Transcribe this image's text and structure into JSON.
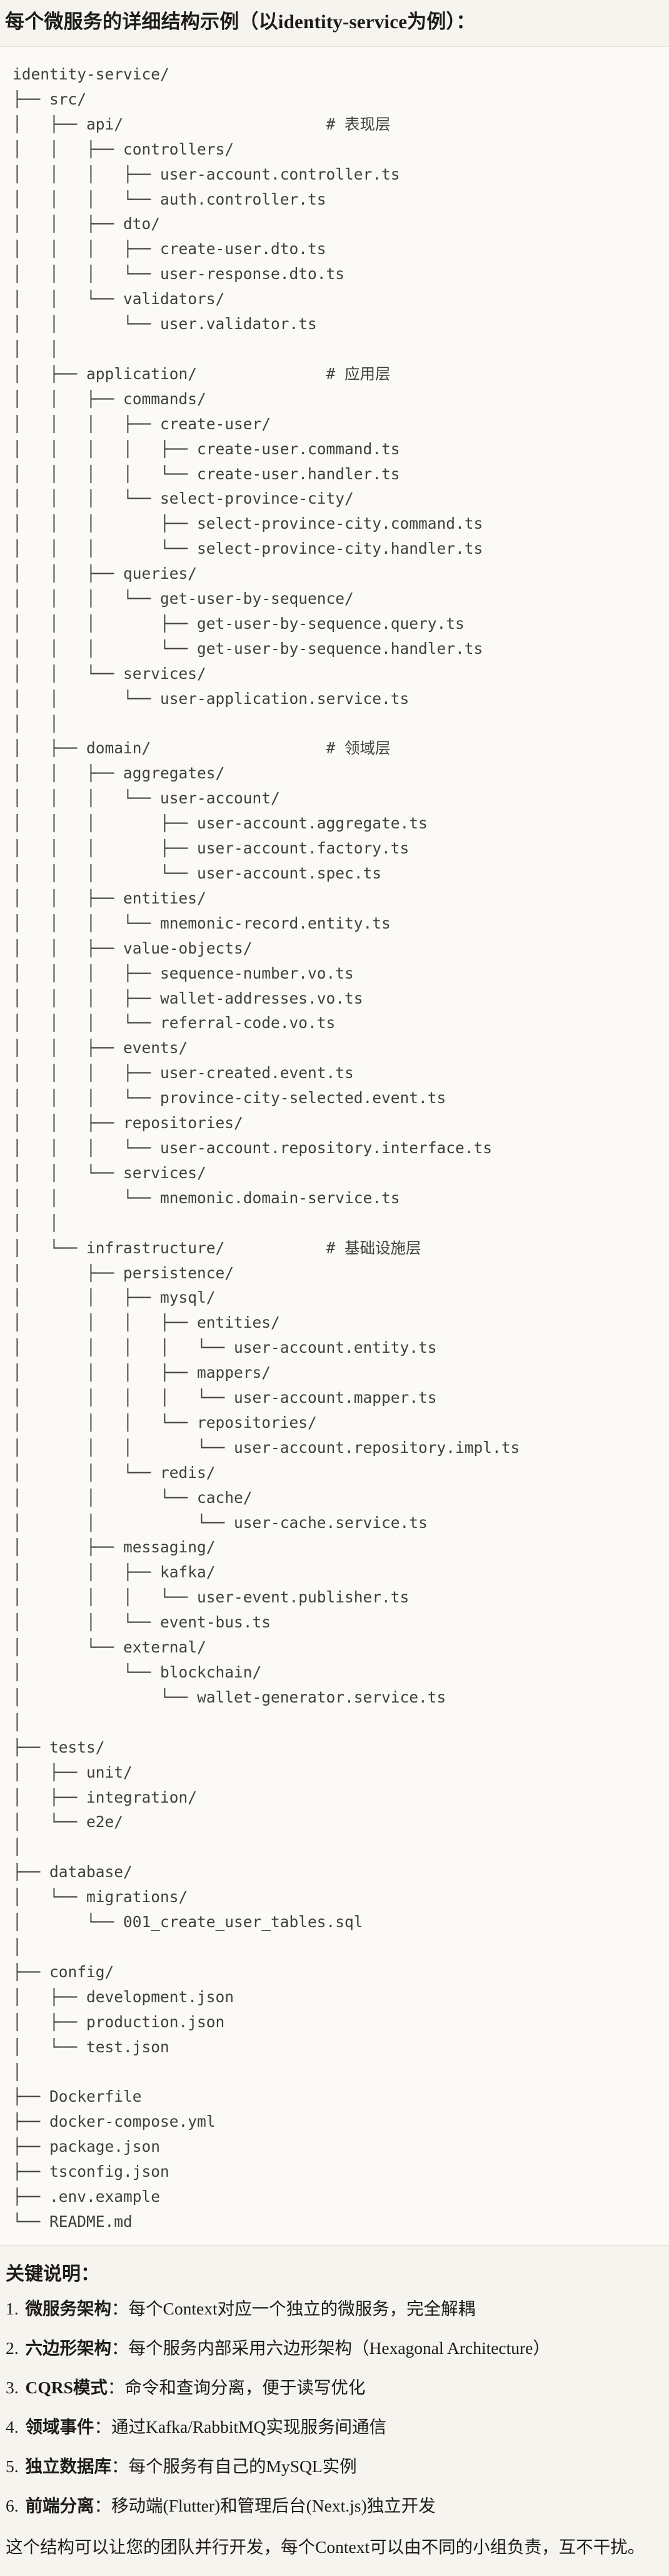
{
  "page": {
    "title": "每个微服务的详细结构示例（以identity-service为例）：",
    "colors": {
      "page_bg": "#f6f4ef",
      "code_bg": "#fbfaf7",
      "border": "#e5e3dc",
      "code_text": "#403f3b",
      "text": "#1c1b17"
    }
  },
  "tree": {
    "lines": [
      "identity-service/",
      "├── src/",
      "│   ├── api/                      # 表现层",
      "│   │   ├── controllers/",
      "│   │   │   ├── user-account.controller.ts",
      "│   │   │   └── auth.controller.ts",
      "│   │   ├── dto/",
      "│   │   │   ├── create-user.dto.ts",
      "│   │   │   └── user-response.dto.ts",
      "│   │   └── validators/",
      "│   │       └── user.validator.ts",
      "│   │",
      "│   ├── application/              # 应用层",
      "│   │   ├── commands/",
      "│   │   │   ├── create-user/",
      "│   │   │   │   ├── create-user.command.ts",
      "│   │   │   │   └── create-user.handler.ts",
      "│   │   │   └── select-province-city/",
      "│   │   │       ├── select-province-city.command.ts",
      "│   │   │       └── select-province-city.handler.ts",
      "│   │   ├── queries/",
      "│   │   │   └── get-user-by-sequence/",
      "│   │   │       ├── get-user-by-sequence.query.ts",
      "│   │   │       └── get-user-by-sequence.handler.ts",
      "│   │   └── services/",
      "│   │       └── user-application.service.ts",
      "│   │",
      "│   ├── domain/                   # 领域层",
      "│   │   ├── aggregates/",
      "│   │   │   └── user-account/",
      "│   │   │       ├── user-account.aggregate.ts",
      "│   │   │       ├── user-account.factory.ts",
      "│   │   │       └── user-account.spec.ts",
      "│   │   ├── entities/",
      "│   │   │   └── mnemonic-record.entity.ts",
      "│   │   ├── value-objects/",
      "│   │   │   ├── sequence-number.vo.ts",
      "│   │   │   ├── wallet-addresses.vo.ts",
      "│   │   │   └── referral-code.vo.ts",
      "│   │   ├── events/",
      "│   │   │   ├── user-created.event.ts",
      "│   │   │   └── province-city-selected.event.ts",
      "│   │   ├── repositories/",
      "│   │   │   └── user-account.repository.interface.ts",
      "│   │   └── services/",
      "│   │       └── mnemonic.domain-service.ts",
      "│   │",
      "│   └── infrastructure/           # 基础设施层",
      "│       ├── persistence/",
      "│       │   ├── mysql/",
      "│       │   │   ├── entities/",
      "│       │   │   │   └── user-account.entity.ts",
      "│       │   │   ├── mappers/",
      "│       │   │   │   └── user-account.mapper.ts",
      "│       │   │   └── repositories/",
      "│       │   │       └── user-account.repository.impl.ts",
      "│       │   └── redis/",
      "│       │       └── cache/",
      "│       │           └── user-cache.service.ts",
      "│       ├── messaging/",
      "│       │   ├── kafka/",
      "│       │   │   └── user-event.publisher.ts",
      "│       │   └── event-bus.ts",
      "│       └── external/",
      "│           └── blockchain/",
      "│               └── wallet-generator.service.ts",
      "│",
      "├── tests/",
      "│   ├── unit/",
      "│   ├── integration/",
      "│   └── e2e/",
      "│",
      "├── database/",
      "│   └── migrations/",
      "│       └── 001_create_user_tables.sql",
      "│",
      "├── config/",
      "│   ├── development.json",
      "│   ├── production.json",
      "│   └── test.json",
      "│",
      "├── Dockerfile",
      "├── docker-compose.yml",
      "├── package.json",
      "├── tsconfig.json",
      "├── .env.example",
      "└── README.md"
    ]
  },
  "notes": {
    "heading": "关键说明：",
    "items": [
      {
        "num": "1.",
        "term": "微服务架构",
        "sep": "：",
        "desc": "每个Context对应一个独立的微服务，完全解耦"
      },
      {
        "num": "2.",
        "term": "六边形架构",
        "sep": "：",
        "desc": "每个服务内部采用六边形架构（Hexagonal Architecture）"
      },
      {
        "num": "3.",
        "term": "CQRS模式",
        "sep": "：",
        "desc": "命令和查询分离，便于读写优化"
      },
      {
        "num": "4.",
        "term": "领域事件",
        "sep": "：",
        "desc": "通过Kafka/RabbitMQ实现服务间通信"
      },
      {
        "num": "5.",
        "term": "独立数据库",
        "sep": "：",
        "desc": "每个服务有自己的MySQL实例"
      },
      {
        "num": "6.",
        "term": "前端分离",
        "sep": "：",
        "desc": "移动端(Flutter)和管理后台(Next.js)独立开发"
      }
    ],
    "footer": "这个结构可以让您的团队并行开发，每个Context可以由不同的小组负责，互不干扰。"
  }
}
